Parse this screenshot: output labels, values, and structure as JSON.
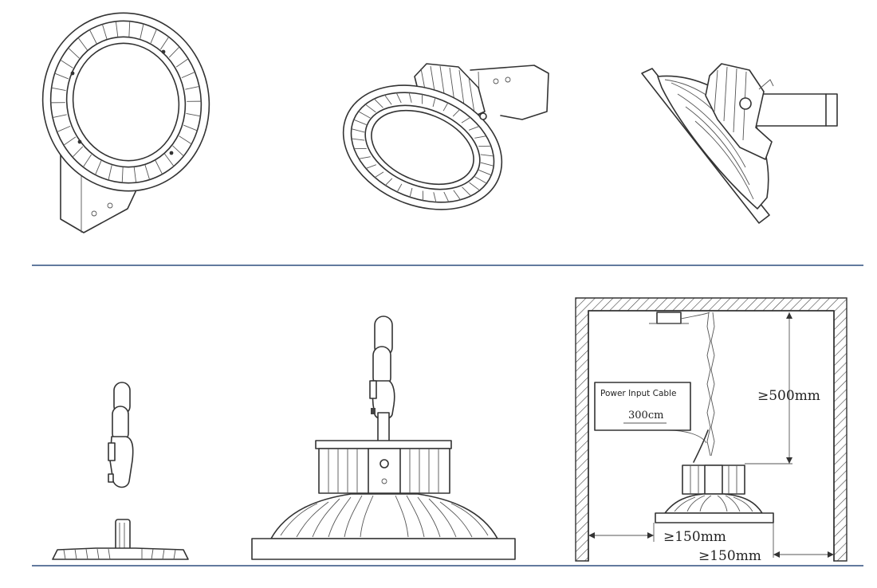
{
  "colors": {
    "divider": "#2f4f7f",
    "line": "#333333"
  },
  "installation": {
    "cable_label": "Power Input Cable",
    "cable_length": "300cm",
    "ceiling_clearance": "≥500mm",
    "side_clearance_left": "≥150mm",
    "side_clearance_right": "≥150mm"
  }
}
